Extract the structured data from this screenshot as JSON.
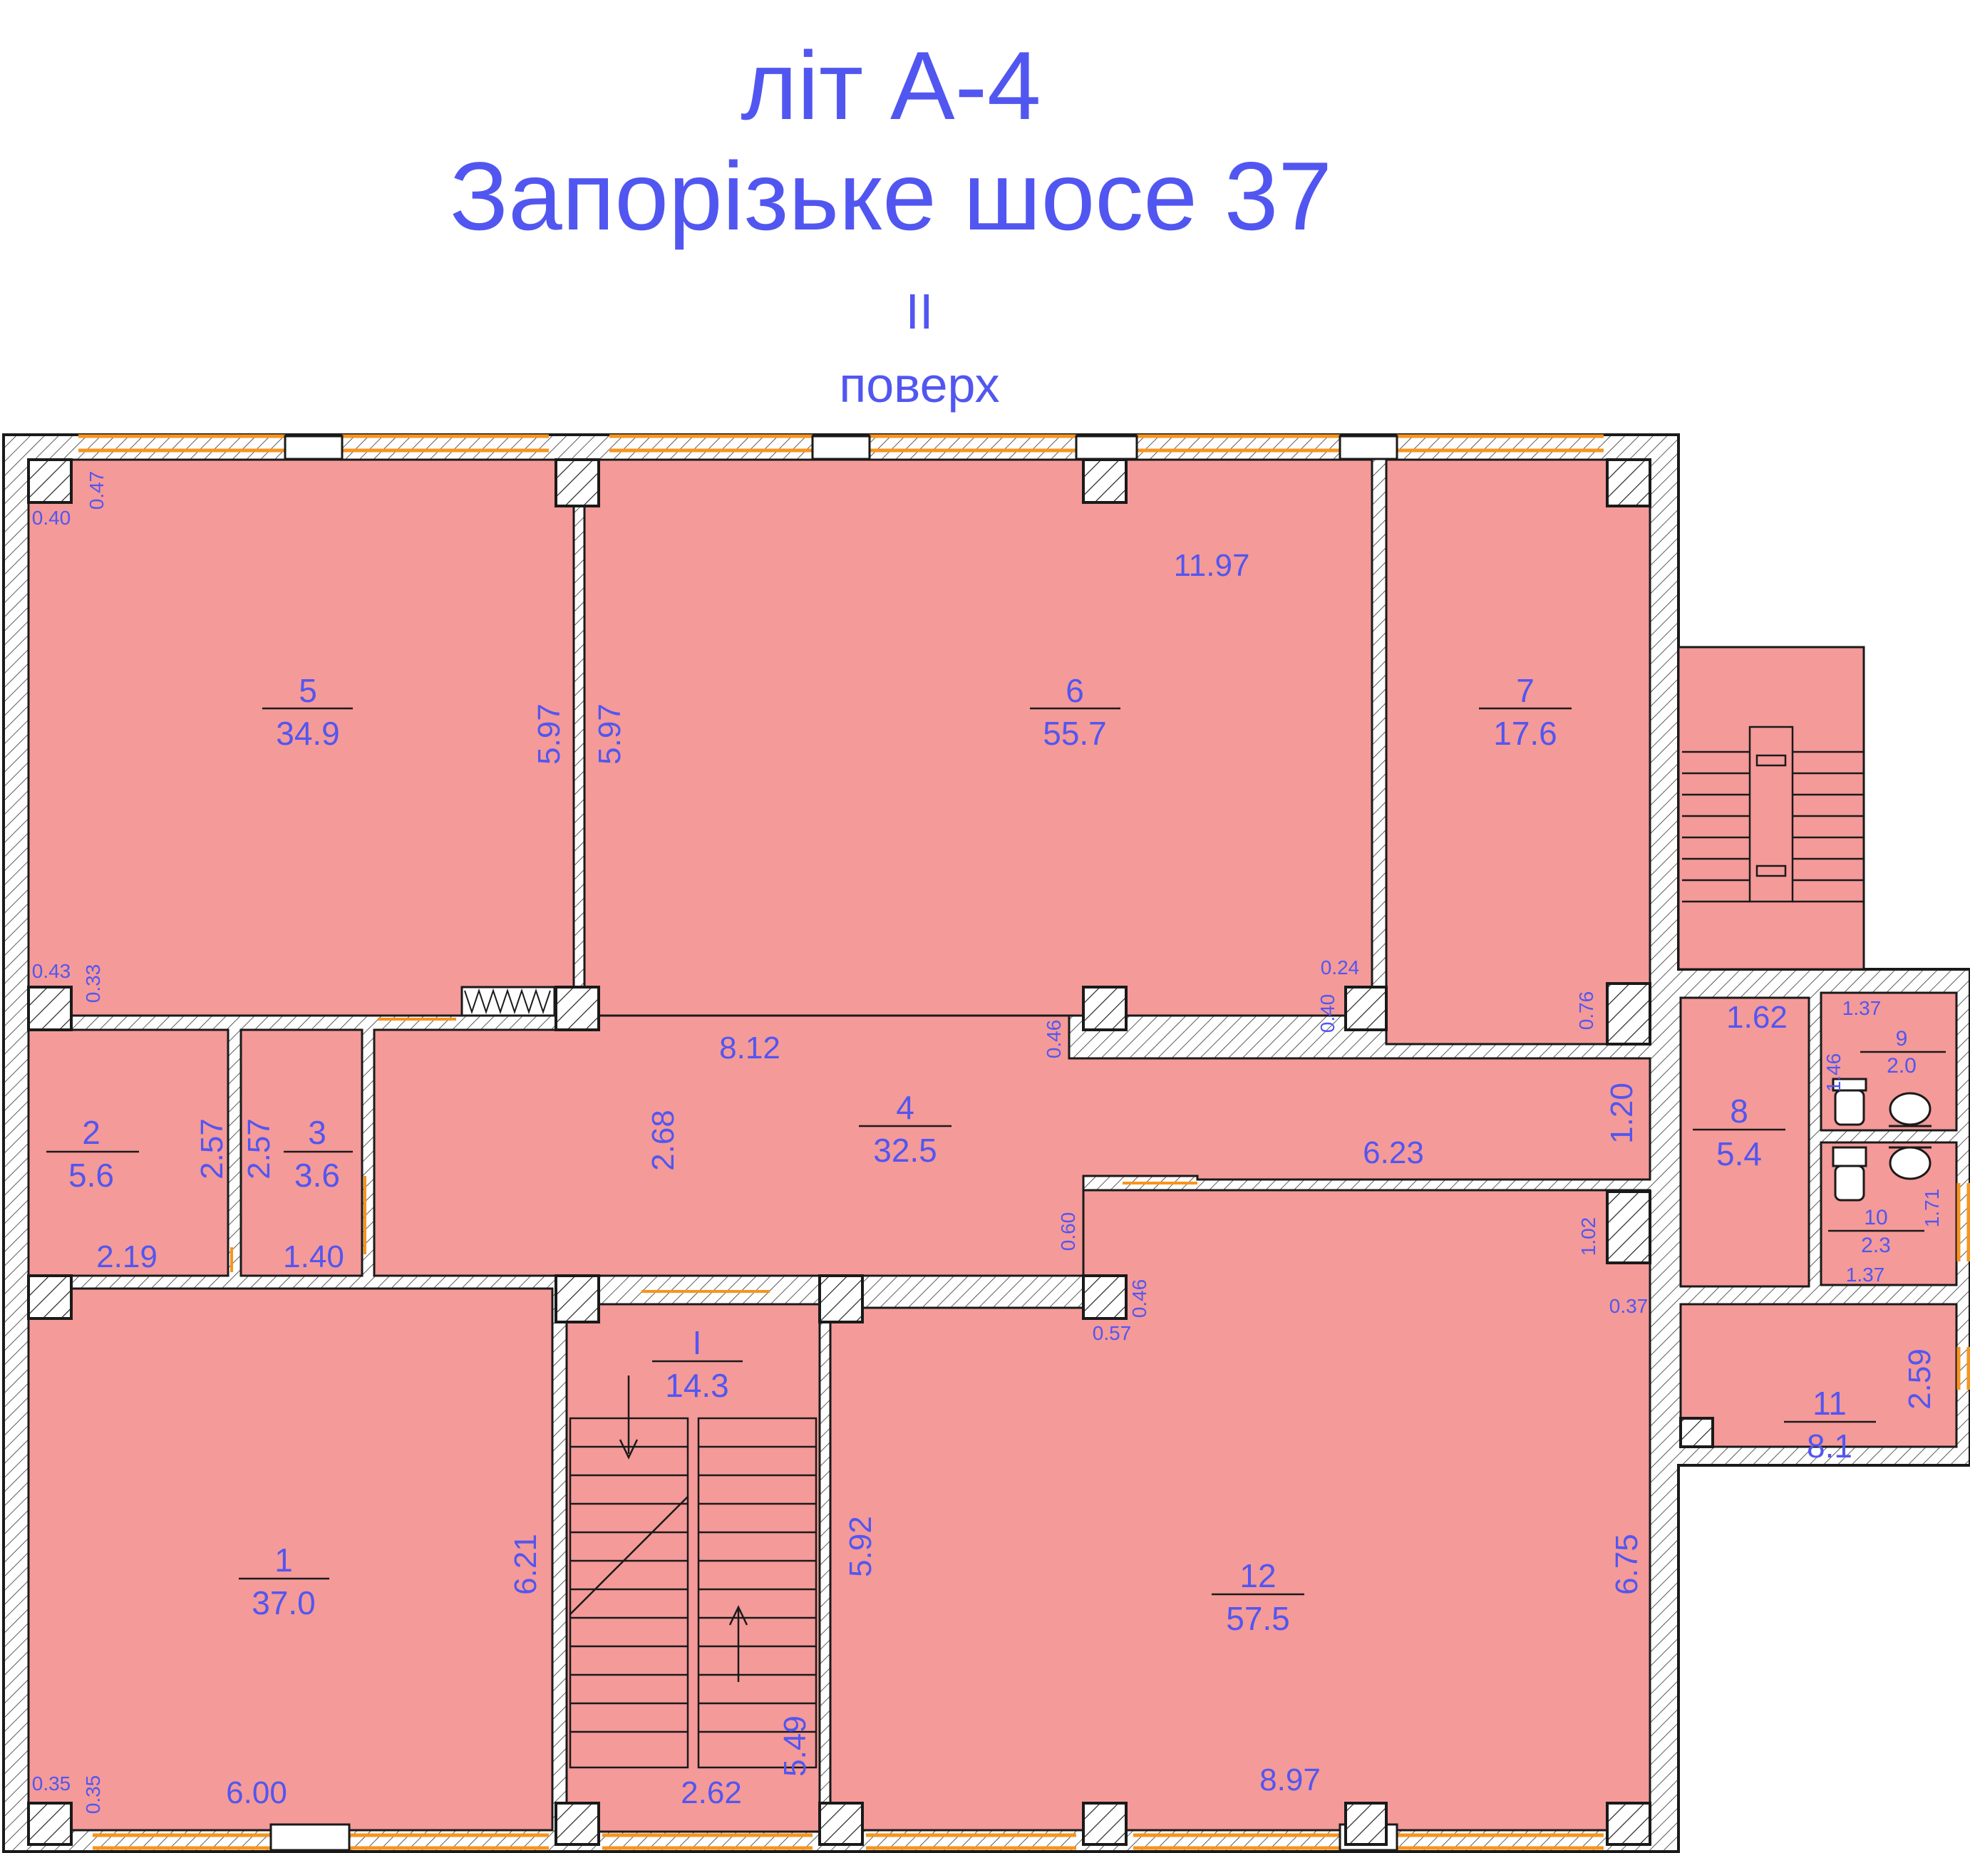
{
  "header": {
    "title": "літ А-4",
    "address": "Запорізьке шосе 37",
    "floor_number": "II",
    "floor_word": "поверх"
  },
  "colors": {
    "room_fill": "#f49a99",
    "wall_stroke": "#1a1a1a",
    "window": "#f7941d",
    "text": "#5256f0"
  },
  "rooms": [
    {
      "number": "1",
      "area": "37.0"
    },
    {
      "number": "2",
      "area": "5.6"
    },
    {
      "number": "3",
      "area": "3.6"
    },
    {
      "number": "4",
      "area": "32.5"
    },
    {
      "number": "5",
      "area": "34.9"
    },
    {
      "number": "6",
      "area": "55.7"
    },
    {
      "number": "7",
      "area": "17.6"
    },
    {
      "number": "8",
      "area": "5.4"
    },
    {
      "number": "9",
      "area": "2.0"
    },
    {
      "number": "10",
      "area": "2.3"
    },
    {
      "number": "11",
      "area": "8.1"
    },
    {
      "number": "12",
      "area": "57.5"
    },
    {
      "number": "I",
      "area": "14.3"
    }
  ],
  "dimensions": {
    "r5_side_left": "5.97",
    "r6_side_left": "5.97",
    "r6_width": "11.97",
    "r4_width": "8.12",
    "r4_height": "2.68",
    "r4_right": "6.23",
    "r4_step": "0.60",
    "r4_notch": "0.46",
    "r2_height": "2.57",
    "r3_height": "2.57",
    "r2_width": "2.19",
    "r3_width": "1.40",
    "r1_height": "6.21",
    "r1_width": "6.00",
    "stair_width": "2.62",
    "stair_height": "5.49",
    "r12_left": "5.92",
    "r12_width": "8.97",
    "r12_height": "6.75",
    "r12_pillar_a": "0.46",
    "r12_pillar_b": "0.57",
    "r8_width": "1.62",
    "r8_height": "1.20",
    "r8_pillar": "1.02",
    "r8_low": "0.37",
    "r9_width": "1.37",
    "r9_height": "1.46",
    "r10_width": "1.37",
    "r10_height": "1.71",
    "r11_height": "2.59",
    "p_tl_a": "0.40",
    "p_tl_b": "0.47",
    "p_ml_a": "0.43",
    "p_ml_b": "0.33",
    "p_bl_a": "0.35",
    "p_bl_b": "0.35",
    "p_r6_a": "0.24",
    "p_r6_b": "0.40",
    "p_r7": "0.76"
  }
}
